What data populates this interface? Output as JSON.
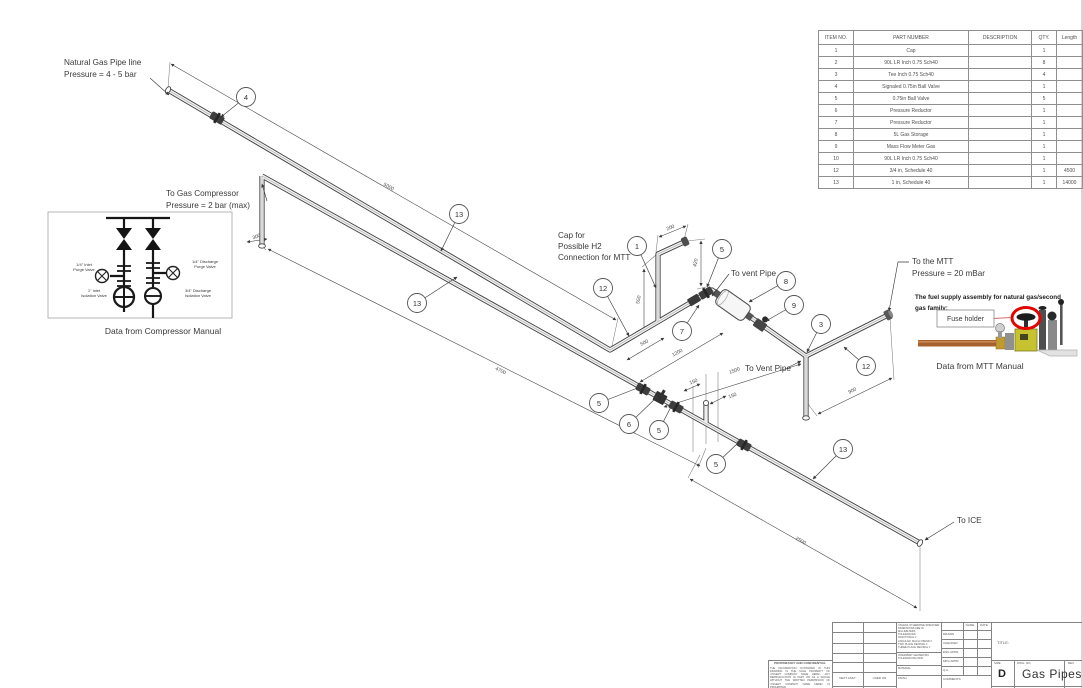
{
  "bom_table": {
    "headers": [
      "ITEM NO.",
      "PART NUMBER",
      "DESCRIPTION",
      "QTY.",
      "Length"
    ],
    "rows": [
      {
        "item": "1",
        "part": "Cap",
        "desc": "",
        "qty": "1",
        "length": ""
      },
      {
        "item": "2",
        "part": "90L LR Inch 0.75 Sch40",
        "desc": "",
        "qty": "8",
        "length": ""
      },
      {
        "item": "3",
        "part": "Tee Inch 0.75 Sch40",
        "desc": "",
        "qty": "4",
        "length": ""
      },
      {
        "item": "4",
        "part": "Signaled 0.75in Ball Valve",
        "desc": "",
        "qty": "1",
        "length": ""
      },
      {
        "item": "5",
        "part": "0.75in Ball Valve",
        "desc": "",
        "qty": "5",
        "length": ""
      },
      {
        "item": "6",
        "part": "Pressure Reductor",
        "desc": "",
        "qty": "1",
        "length": ""
      },
      {
        "item": "7",
        "part": "Pressure Reductor",
        "desc": "",
        "qty": "1",
        "length": ""
      },
      {
        "item": "8",
        "part": "5L Gas Storage",
        "desc": "",
        "qty": "1",
        "length": ""
      },
      {
        "item": "9",
        "part": "Mass Flow Meter Gas",
        "desc": "",
        "qty": "1",
        "length": ""
      },
      {
        "item": "10",
        "part": "90L LR Inch 0.75 Sch40",
        "desc": "",
        "qty": "1",
        "length": ""
      },
      {
        "item": "12",
        "part": "3/4 in, Schedule 40",
        "desc": "",
        "qty": "1",
        "length": "4500"
      },
      {
        "item": "13",
        "part": "1 in, Schedule 40",
        "desc": "",
        "qty": "1",
        "length": "14000"
      }
    ]
  },
  "drawing": {
    "annotations": {
      "natural_gas_1": "Natural Gas Pipe line",
      "natural_gas_2": "Pressure = 4 - 5 bar",
      "compressor_1": "To Gas Compressor",
      "compressor_2": "Pressure = 2 bar (max)",
      "cap_1": "Cap for",
      "cap_2": "Possible H2",
      "cap_3": "Connection for MTT",
      "vent_upper": "To vent Pipe",
      "vent_lower": "To Vent Pipe",
      "mtt_1": "To the MTT",
      "mtt_2": "Pressure = 20 mBar",
      "ice": "To ICE"
    },
    "dimensions": {
      "main_top": "5000",
      "main_mid": "4700",
      "main_bottom": "2500",
      "vent_run": "900",
      "cap_offset": "200",
      "riser_top": "420",
      "riser_height": "550",
      "branch_1": "500",
      "branch_2": "1200",
      "branch_3": "1500",
      "stub_1": "150",
      "stub_2": "150",
      "compressor_offset": "300"
    },
    "balloons": [
      "4",
      "13",
      "13",
      "12",
      "1",
      "5",
      "8",
      "9",
      "7",
      "3",
      "12",
      "5",
      "6",
      "5",
      "5",
      "13"
    ]
  },
  "compressor_inset": {
    "purge_inlet_1": "1/4\" Inlet",
    "purge_inlet_2": "Purge Valve",
    "purge_discharge_1": "1/4\" Discharge",
    "purge_discharge_2": "Purge Valve",
    "iso_inlet_1": "1\" Inlet",
    "iso_inlet_2": "Isolation Valve",
    "iso_discharge_1": "3/4\" Discharge",
    "iso_discharge_2": "Isolation Valve",
    "caption": "Data from Compressor Manual"
  },
  "mtt_inset": {
    "note_1": "The fuel supply assembly for natural gas/second",
    "note_2": "gas family:",
    "fuse_label": "Fuse holder",
    "caption": "Data from MTT Manual"
  },
  "title_block": {
    "proprietary_title": "PROPRIETARY AND CONFIDENTIAL",
    "proprietary_text": "THE INFORMATION CONTAINED IN THIS DRAWING IS THE SOLE PROPERTY OF <INSERT COMPANY NAME HERE>. ANY REPRODUCTION IN PART OR AS A WHOLE WITHOUT THE WRITTEN PERMISSION OF <INSERT COMPANY NAME HERE> IS PROHIBITED.",
    "next_assy": "NEXT ASSY",
    "used_on": "USED ON",
    "spec_block": "UNLESS OTHERWISE SPECIFIED:\nDIMENSIONS ARE IN MILLIMETERS\nTOLERANCES:\nFRACTIONAL ±\nANGULAR: MACH ±   BEND ±\nTWO PLACE DECIMAL    ±\nTHREE PLACE DECIMAL  ±",
    "interpret": "INTERPRET GEOMETRIC\nTOLERANCING PER:",
    "material": "MATERIAL",
    "finish": "FINISH",
    "name_header": "NAME",
    "date_header": "DATE",
    "rows": [
      "DRAWN",
      "CHECKED",
      "ENG APPR.",
      "MFG APPR.",
      "Q.A.",
      "COMMENTS:"
    ],
    "title_label": "TITLE:",
    "size_label": "SIZE",
    "size_value": "D",
    "dwg_label": "DWG. NO.",
    "dwg_value": "Gas Pipes",
    "rev_label": "REV"
  }
}
